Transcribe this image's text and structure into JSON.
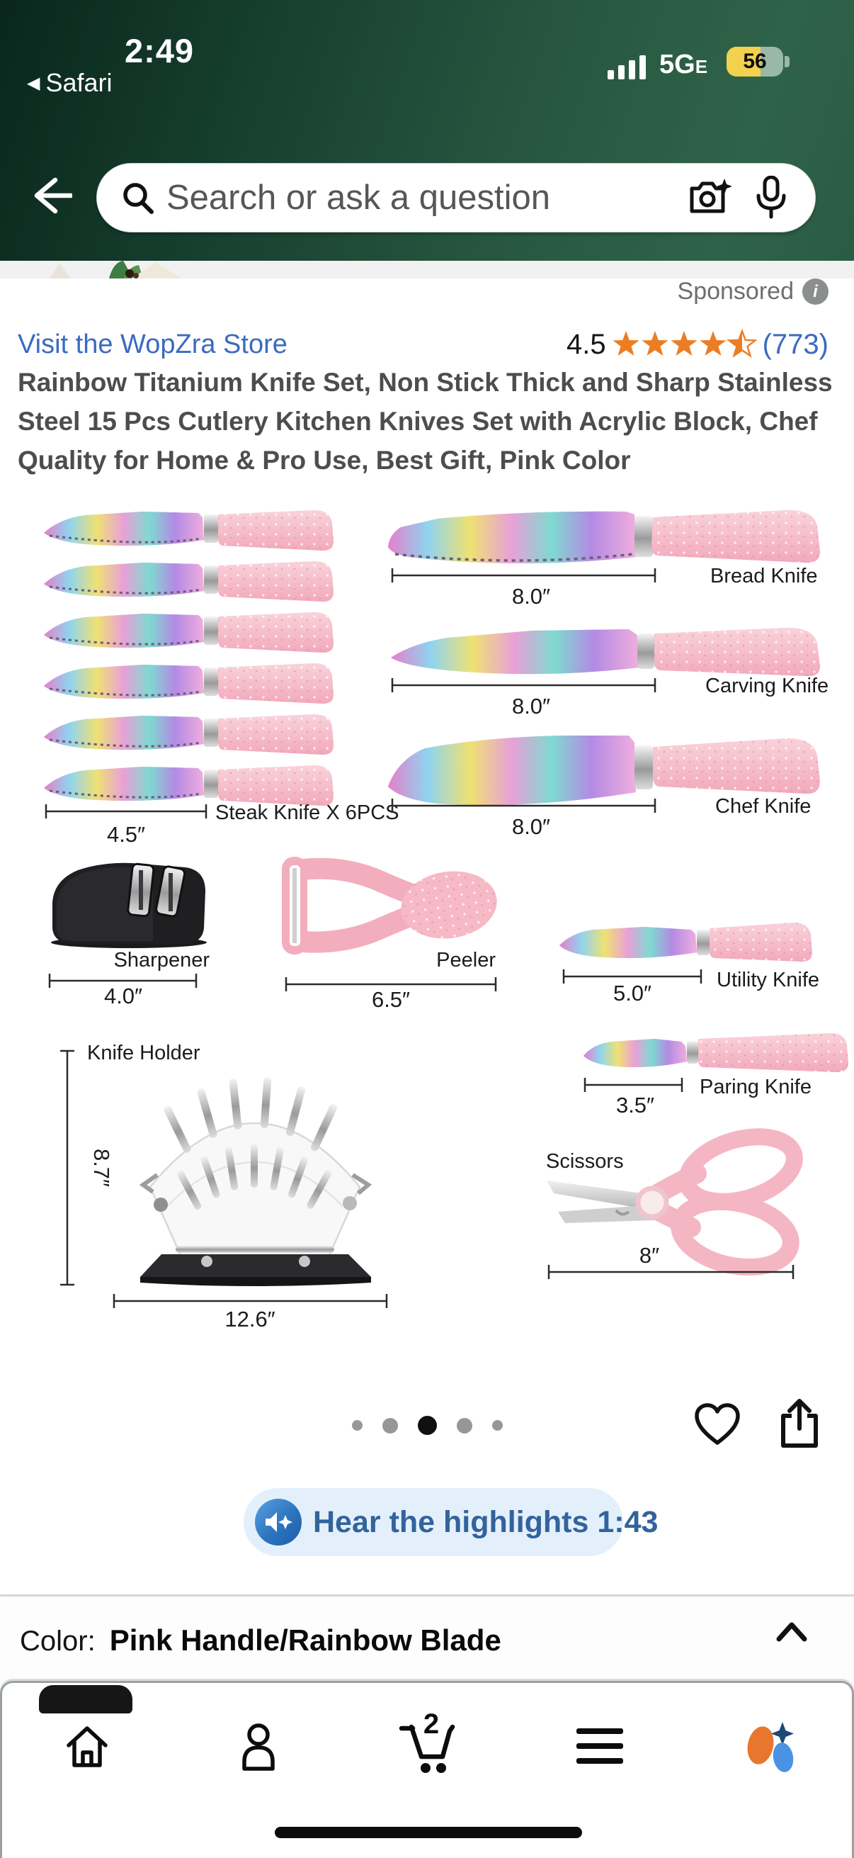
{
  "status_bar": {
    "time": "2:49",
    "back_app": "Safari",
    "network": "5G",
    "network_sub": "E",
    "battery_percent": "56"
  },
  "search": {
    "placeholder": "Search or ask a question"
  },
  "sponsored": {
    "label": "Sponsored",
    "info_icon": "info-icon"
  },
  "product": {
    "store_link": "Visit the WopZra Store",
    "rating": "4.5",
    "rating_count": "(773)",
    "rating_stars": 4.5,
    "title": "Rainbow Titanium Knife Set, Non Stick Thick and Sharp Stainless Steel 15 Pcs Cutlery Kitchen Knives Set with Acrylic Block, Chef Quality for Home & Pro Use, Best Gift, Pink Color"
  },
  "figure": {
    "steak_label": "Steak Knife X 6PCS",
    "steak_size": "4.5″",
    "bread_label": "Bread Knife",
    "bread_size": "8.0″",
    "carving_label": "Carving Knife",
    "carving_size": "8.0″",
    "chef_label": "Chef Knife",
    "chef_size": "8.0″",
    "sharpener_label": "Sharpener",
    "sharpener_size": "4.0″",
    "peeler_label": "Peeler",
    "peeler_size": "6.5″",
    "utility_label": "Utility Knife",
    "utility_size": "5.0″",
    "holder_label": "Knife Holder",
    "holder_height": "8.7″",
    "holder_width": "12.6″",
    "paring_label": "Paring Knife",
    "paring_size": "3.5″",
    "scissors_label": "Scissors",
    "scissors_size": "8″"
  },
  "gallery": {
    "dot_count": 5,
    "active_dot": 3
  },
  "highlights": {
    "label": "Hear the highlights",
    "duration": "1:43"
  },
  "color_row": {
    "label": "Color:",
    "value": "Pink Handle/Rainbow Blade"
  },
  "nav": {
    "cart_count": "2"
  },
  "colors": {
    "header_green_dark": "#0a261c",
    "header_green_light": "#2f6349",
    "link_blue": "#3a6bc1",
    "star_orange": "#ed7d23",
    "pill_bg": "#e3f0fb",
    "pill_text": "#33639c",
    "handle_pink": "#f6c0cb",
    "battery_yellow": "#f2d14e"
  }
}
